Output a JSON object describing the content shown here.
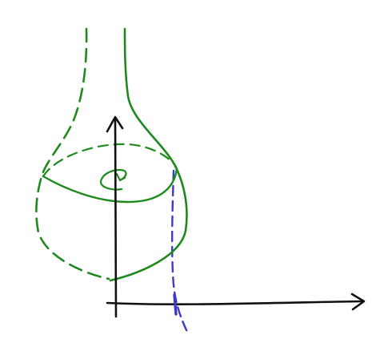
{
  "colors": {
    "background": "#ffffff",
    "surface_stroke": "#1e8a1e",
    "axis_stroke": "#111111",
    "projection_stroke": "#3b3bc4"
  },
  "diagram": {
    "kind": "hand-drawn sketch of a surface of revolution about a vertical axis",
    "elements": [
      "vertical-axis",
      "horizontal-axis",
      "right-profile-curve",
      "left-profile-curve-dashed",
      "top-cross-section-ellipse",
      "rotation-arrow",
      "projection-line-dashed"
    ]
  }
}
